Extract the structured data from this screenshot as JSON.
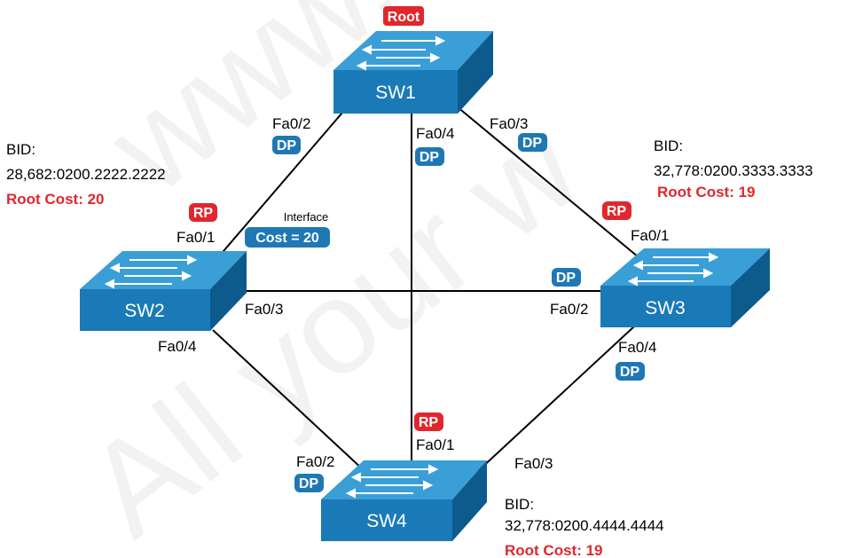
{
  "colors": {
    "switch_front": "#1a7ab8",
    "switch_top": "#3a9fd6",
    "switch_side": "#0d5a8c",
    "dp_badge": "#1f78b4",
    "rp_badge": "#e1262d",
    "root_cost_text": "#e1262d",
    "link": "#000000"
  },
  "watermark": {
    "line1": "www.ra",
    "line2": "All your w"
  },
  "root_badge": "Root",
  "switches": {
    "sw1": {
      "name": "SW1"
    },
    "sw2": {
      "name": "SW2",
      "bid_label": "BID:",
      "bid_value": "28,682:0200.2222.2222",
      "root_cost": "Root Cost: 20"
    },
    "sw3": {
      "name": "SW3",
      "bid_label": "BID:",
      "bid_value": "32,778:0200.3333.3333",
      "root_cost": "Root Cost: 19"
    },
    "sw4": {
      "name": "SW4",
      "bid_label": "BID:",
      "bid_value": "32,778:0200.4444.4444",
      "root_cost": "Root Cost: 19"
    }
  },
  "ports": {
    "sw1_fa02": "Fa0/2",
    "sw1_fa04": "Fa0/4",
    "sw1_fa03": "Fa0/3",
    "sw2_fa01": "Fa0/1",
    "sw2_fa03": "Fa0/3",
    "sw2_fa04": "Fa0/4",
    "sw3_fa01": "Fa0/1",
    "sw3_fa02": "Fa0/2",
    "sw3_fa04": "Fa0/4",
    "sw4_fa02": "Fa0/2",
    "sw4_fa01": "Fa0/1",
    "sw4_fa03": "Fa0/3"
  },
  "badges": {
    "sw1_fa02": "DP",
    "sw1_fa04": "DP",
    "sw1_fa03": "DP",
    "sw2_fa01": "RP",
    "sw3_fa01": "RP",
    "sw3_fa02": "DP",
    "sw3_fa04": "DP",
    "sw4_fa01": "RP",
    "sw4_fa02": "DP"
  },
  "interface_cost": {
    "label": "Interface",
    "value": "Cost = 20"
  }
}
